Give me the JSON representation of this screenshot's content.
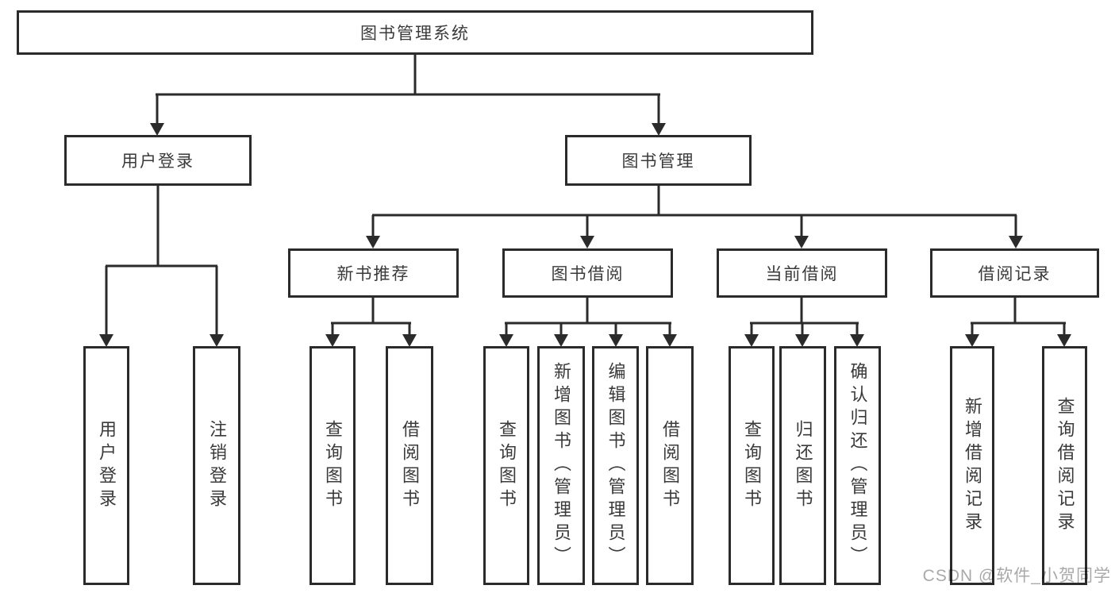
{
  "diagram": {
    "title": "图书管理系统",
    "root": {
      "label": "图书管理系统"
    },
    "level2": [
      {
        "label": "用户登录"
      },
      {
        "label": "图书管理"
      }
    ],
    "level3": [
      {
        "label": "新书推荐",
        "parent": "图书管理"
      },
      {
        "label": "图书借阅",
        "parent": "图书管理"
      },
      {
        "label": "当前借阅",
        "parent": "图书管理"
      },
      {
        "label": "借阅记录",
        "parent": "图书管理"
      }
    ],
    "leaves": [
      {
        "label": "用户登录",
        "parent": "用户登录"
      },
      {
        "label": "注销登录",
        "parent": "用户登录"
      },
      {
        "label": "查询图书",
        "parent": "新书推荐"
      },
      {
        "label": "借阅图书",
        "parent": "新书推荐"
      },
      {
        "label": "查询图书",
        "parent": "图书借阅"
      },
      {
        "label": "新增图书（管理员）",
        "parent": "图书借阅"
      },
      {
        "label": "编辑图书（管理员）",
        "parent": "图书借阅"
      },
      {
        "label": "借阅图书",
        "parent": "图书借阅"
      },
      {
        "label": "查询图书",
        "parent": "当前借阅"
      },
      {
        "label": "归还图书",
        "parent": "当前借阅"
      },
      {
        "label": "确认归还（管理员）",
        "parent": "当前借阅"
      },
      {
        "label": "新增借阅记录",
        "parent": "借阅记录"
      },
      {
        "label": "查询借阅记录",
        "parent": "借阅记录"
      }
    ]
  },
  "watermark": {
    "text": "CSDN @软件_小贺同学"
  },
  "colors": {
    "line": "#2b2b2b",
    "text": "#3a3a3a",
    "watermark": "#a9a9a9",
    "background": "#ffffff"
  }
}
